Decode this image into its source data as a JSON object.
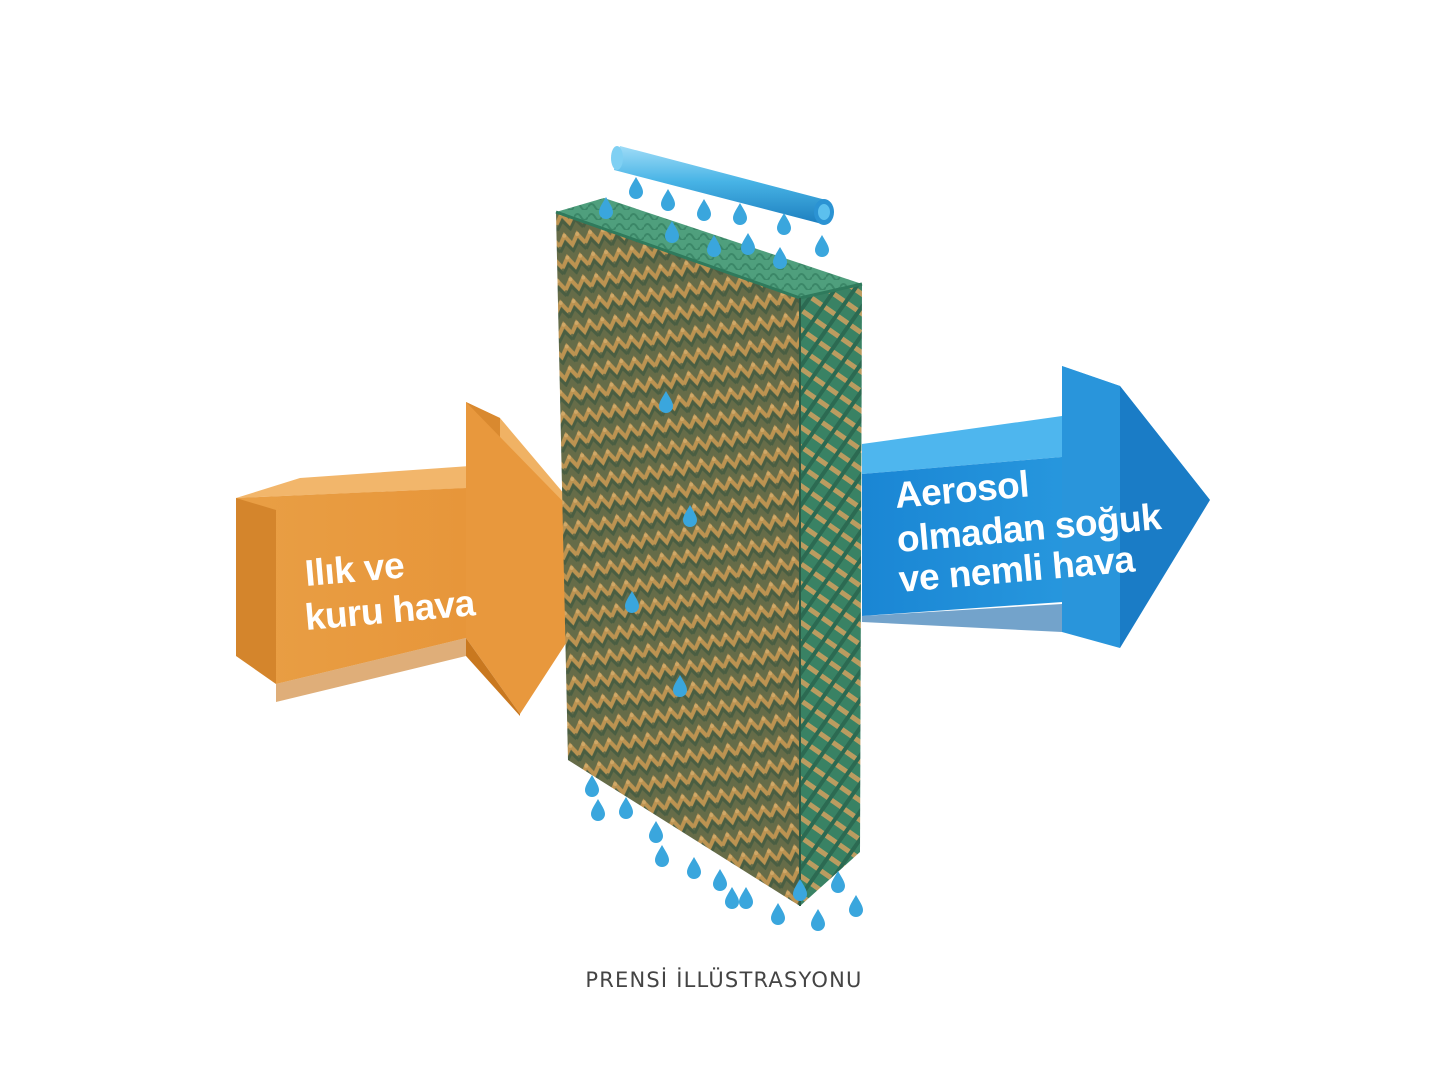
{
  "diagram": {
    "inlet_label": [
      "Ilık ve",
      "kuru hava"
    ],
    "outlet_label": [
      "Aerosol",
      "olmadan soğuk",
      "ve nemli hava"
    ],
    "caption": "PRENSİ İLLÜSTRASYONU"
  },
  "colors": {
    "warm_arrow": "#e79a3e",
    "cool_arrow": "#1f8fd6",
    "pad_front": "#8a7345",
    "pad_edge": "#3f8a6a",
    "water": "#3aa6dd",
    "pipe": "#48b4e6"
  },
  "icons": {
    "pipe": "water-distribution-pipe-icon",
    "drop": "water-drop-icon"
  }
}
